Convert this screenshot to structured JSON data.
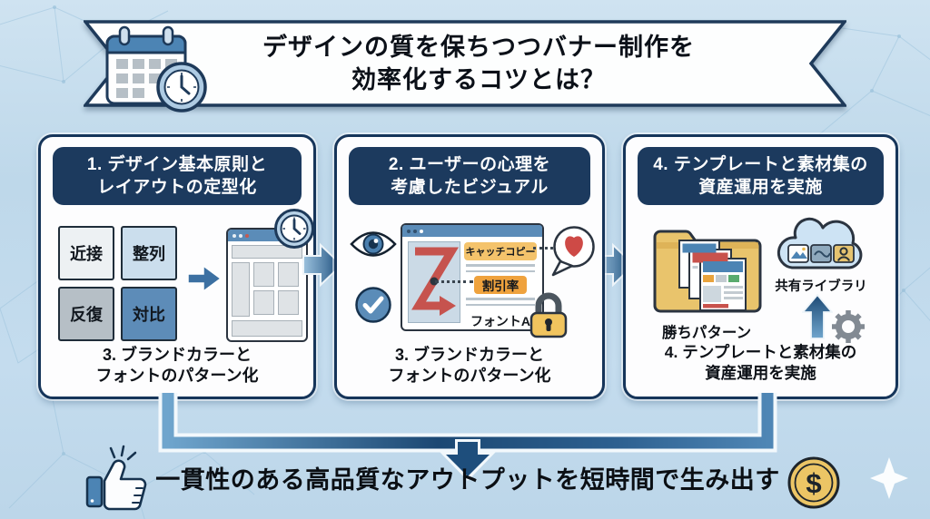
{
  "header": {
    "title_line1": "デザインの質を保ちつつバナー制作を",
    "title_line2": "効率化するコツとは？"
  },
  "cards": [
    {
      "title_line1": "1. デザイン基本原則と",
      "title_line2": "レイアウトの定型化",
      "principles": [
        {
          "label": "近接",
          "color": "#edf1f3"
        },
        {
          "label": "整列",
          "color": "#cbdeed"
        },
        {
          "label": "反復",
          "color": "#b6bfc6"
        },
        {
          "label": "対比",
          "color": "#5d8cb8"
        }
      ],
      "caption_line1": "3. ブランドカラーと",
      "caption_line2": "フォントのパターン化"
    },
    {
      "title_line1": "2. ユーザーの心理を",
      "title_line2": "考慮したビジュアル",
      "labels": {
        "catch_copy": "キャッチコピー",
        "discount": "割引率",
        "font": "フォントA"
      },
      "caption_line1": "3. ブランドカラーと",
      "caption_line2": "フォントのパターン化"
    },
    {
      "title_line1": "4. テンプレートと素材集の",
      "title_line2": "資産運用を実施",
      "folder_caption": "勝ちパターン",
      "cloud_label": "共有ライブラリ",
      "caption_line1": "4. テンプレートと素材集の",
      "caption_line2": "資産運用を実施"
    }
  ],
  "footer": {
    "text": "一貫性のある高品質なアウトプットを短時間で生み出す",
    "coin_symbol": "$"
  },
  "icons": {
    "calendar_clock": "calendar-with-clock",
    "flow_arrow": "blue-right-arrow",
    "clock": "clock",
    "eye": "eye",
    "check": "check-circle",
    "heart_bubble": "heart-speech-bubble",
    "lock": "padlock",
    "folder": "folder-with-banner-thumbnails",
    "cloud": "cloud-shared-library",
    "up_arrow": "blue-up-arrow",
    "gear": "gear",
    "thumbs_up": "thumbs-up",
    "coin": "dollar-coin",
    "sparkle": "four-point-sparkle"
  },
  "colors": {
    "background": "#c3dcee",
    "navy": "#1c3a5e",
    "card_border": "#16355a",
    "accent_blue": "#4c84b4",
    "z_red": "#c6534e",
    "heart_red": "#ce4a46",
    "chip_light_orange": "#f4c36b",
    "chip_orange": "#efa23d",
    "folder_yellow": "#e9c46c",
    "lock_yellow": "#f1c45e",
    "coin_gold": "#ecc565",
    "gear_gray": "#828a93"
  }
}
